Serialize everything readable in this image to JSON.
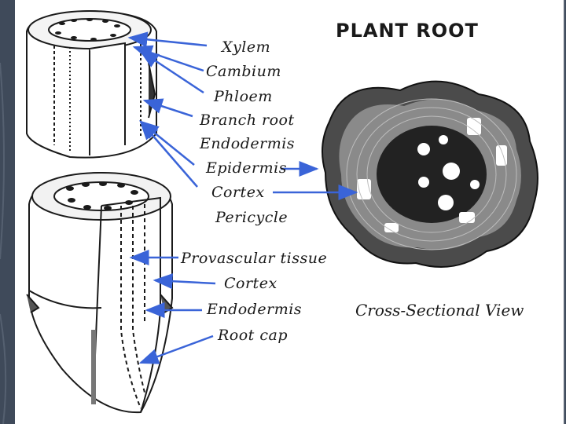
{
  "title": "PLANT ROOT",
  "caption": "Cross-Sectional View",
  "upper_labels": [
    "Xylem",
    "Cambium",
    "Phloem",
    "Branch root",
    "Endodermis",
    "Epidermis",
    "Cortex",
    "Pericycle"
  ],
  "lower_labels": [
    "Provascular tissue",
    "Cortex",
    "Endodermis",
    "Root cap"
  ],
  "colors": {
    "arrow": "#3a64d8",
    "panel": "#ffffff",
    "background": "#3f4a5a"
  }
}
